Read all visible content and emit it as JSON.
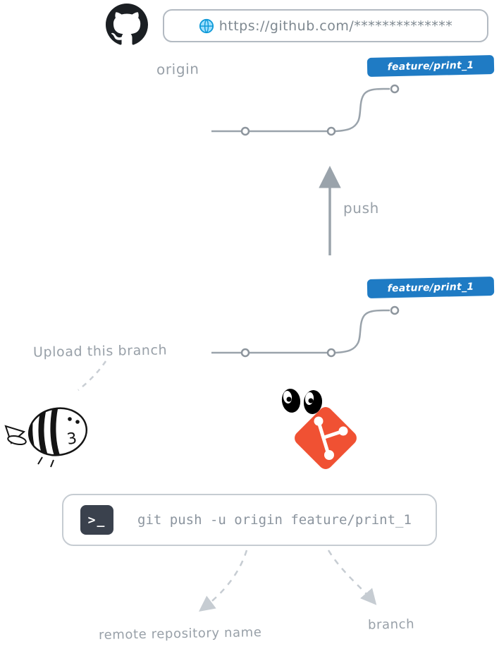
{
  "header": {
    "url_text": "https://github.com/**************",
    "origin_label": "origin"
  },
  "badges": {
    "remote_branch": "feature/print_1",
    "local_branch": "feature/print_1"
  },
  "push": {
    "label": "push"
  },
  "notes": {
    "upload": "Upload this branch",
    "bee_mouth": "3"
  },
  "terminal": {
    "prompt_glyph": ">_",
    "command": "git push -u origin feature/print_1"
  },
  "annotations": {
    "remote_name": "remote repository name",
    "branch": "branch"
  },
  "colors": {
    "badge_blue": "#1f7bc4",
    "git_orange": "#f05133",
    "line_gray": "#9aa3ab",
    "text_gray": "#98a0a8",
    "terminal_bg": "#3a414d"
  }
}
